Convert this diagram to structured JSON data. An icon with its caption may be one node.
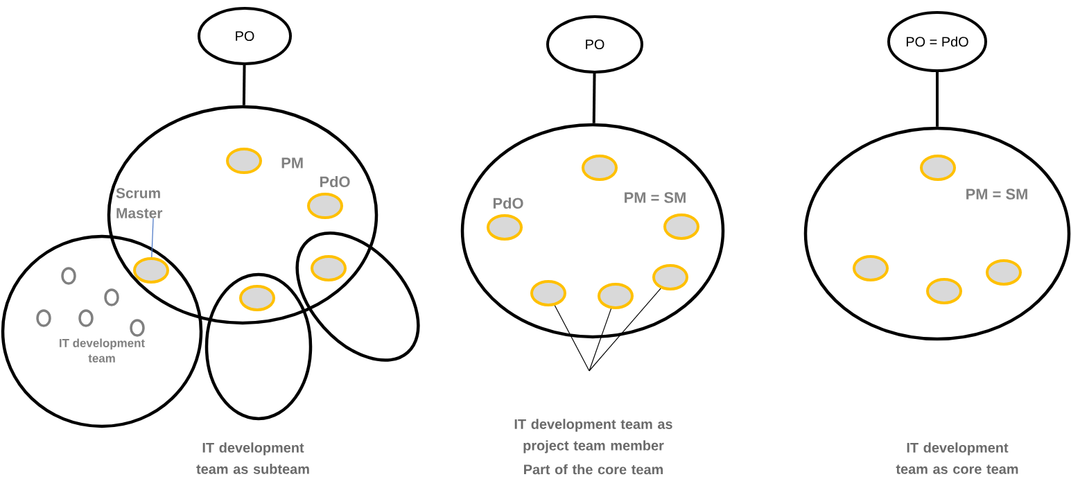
{
  "diagram": {
    "nodes": [
      {
        "text": [
          "PO"
        ]
      },
      {
        "text": [],
        "shape": "ellipse"
      },
      {
        "text": [
          "Scrum Master"
        ],
        "in": 1
      },
      {
        "text": [],
        "shape": "ellipse",
        "in": 1,
        "beside": [
          "PM"
        ]
      },
      {
        "text": [],
        "shape": "ellipse",
        "in": 1,
        "beside": [
          "PdO"
        ]
      },
      {
        "text": [],
        "shape": "ellipse"
      },
      {
        "text": [
          "IT development team"
        ]
      },
      {
        "text": [],
        "shape": "circle",
        "in": 6
      },
      {
        "text": [],
        "shape": "circle",
        "in": 6
      },
      {
        "text": [],
        "shape": "circle",
        "in": 6
      },
      {
        "text": [],
        "shape": "circle",
        "in": 6
      },
      {
        "text": [],
        "shape": "circle",
        "in": 6
      },
      {
        "text": [],
        "shape": "ellipse"
      },
      {
        "text": [],
        "shape": "ellipse"
      },
      {
        "text": [],
        "shape": "ellipse"
      },
      {
        "text": [],
        "shape": "ellipse"
      },
      {
        "text": [
          "PO"
        ]
      },
      {
        "text": [],
        "shape": "ellipse"
      },
      {
        "text": [],
        "shape": "ellipse",
        "in": 17
      },
      {
        "text": [],
        "shape": "ellipse",
        "in": 17,
        "beside": [
          "PdO"
        ]
      },
      {
        "text": [],
        "shape": "ellipse",
        "in": 17,
        "beside": [
          "PM = SM"
        ]
      },
      {
        "text": [],
        "shape": "ellipse",
        "in": 17
      },
      {
        "text": [],
        "shape": "ellipse",
        "in": 17
      },
      {
        "text": [],
        "shape": "ellipse",
        "in": 17
      },
      {
        "text": [
          "PO = PdO"
        ]
      },
      {
        "text": [],
        "shape": "ellipse"
      },
      {
        "text": [],
        "shape": "ellipse",
        "in": 25,
        "beside": [
          "PM = SM"
        ]
      },
      {
        "text": [],
        "shape": "ellipse",
        "in": 25
      },
      {
        "text": [],
        "shape": "ellipse",
        "in": 25
      },
      {
        "text": [],
        "shape": "ellipse",
        "in": 25
      }
    ],
    "edges": [
      {
        "from": 0,
        "to": 1,
        "arrow": "none",
        "style": "thick"
      },
      {
        "from": 2,
        "to": 5,
        "arrow": "none",
        "color": "#4472c4"
      },
      {
        "from": 16,
        "to": 17,
        "arrow": "none",
        "style": "thick"
      },
      {
        "from": null,
        "to": 22,
        "arrow": "none"
      },
      {
        "from": null,
        "to": 23,
        "arrow": "none"
      },
      {
        "from": null,
        "to": 21,
        "arrow": "none"
      },
      {
        "from": 24,
        "to": 25,
        "arrow": "none",
        "style": "thick"
      }
    ],
    "labels": [
      "IT development team as project team member",
      "IT development team as subteam",
      "Part of the core team",
      "IT development team as core team"
    ]
  }
}
